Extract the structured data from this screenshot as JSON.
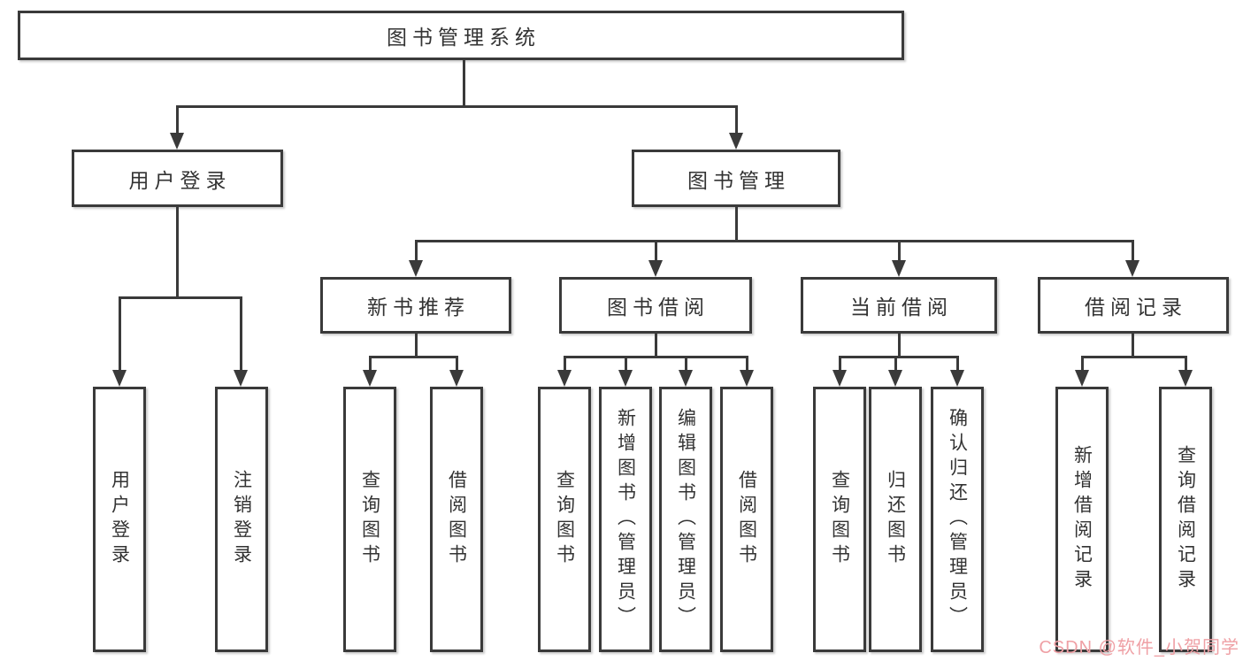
{
  "tree": {
    "root": {
      "label": "图书管理系统"
    },
    "user_login": {
      "label": "用户登录",
      "children": [
        {
          "label": "用户登录"
        },
        {
          "label": "注销登录"
        }
      ]
    },
    "book_mgmt": {
      "label": "图书管理",
      "sections": [
        {
          "label": "新书推荐",
          "children": [
            {
              "label": "查询图书"
            },
            {
              "label": "借阅图书"
            }
          ]
        },
        {
          "label": "图书借阅",
          "children": [
            {
              "label": "查询图书"
            },
            {
              "label": "新增图书（管理员）"
            },
            {
              "label": "编辑图书（管理员）"
            },
            {
              "label": "借阅图书"
            }
          ]
        },
        {
          "label": "当前借阅",
          "children": [
            {
              "label": "查询图书"
            },
            {
              "label": "归还图书"
            },
            {
              "label": "确认归还（管理员）"
            }
          ]
        },
        {
          "label": "借阅记录",
          "children": [
            {
              "label": "新增借阅记录"
            },
            {
              "label": "查询借阅记录"
            }
          ]
        }
      ]
    }
  },
  "colors": {
    "line": "#3a3a3a",
    "text": "#333333",
    "watermark": "#efa0a5"
  },
  "watermark": {
    "text": "CSDN @软件_小贺同学"
  }
}
